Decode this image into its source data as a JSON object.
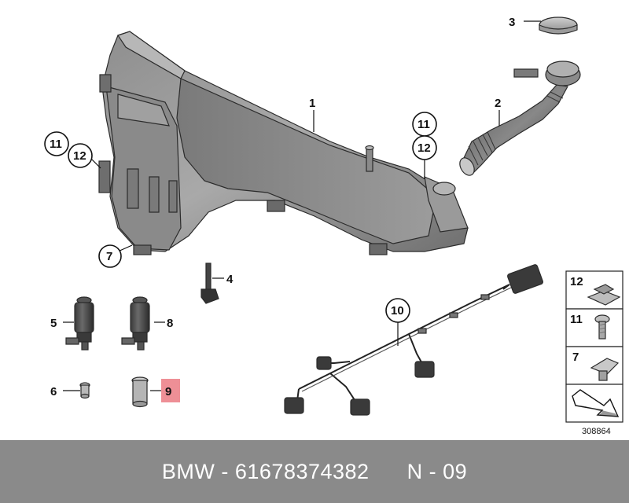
{
  "diagram": {
    "callouts": {
      "c1": "1",
      "c2": "2",
      "c3": "3",
      "c4": "4",
      "c5": "5",
      "c6": "6",
      "c7": "7",
      "c8": "8",
      "c9": "9",
      "c10": "10",
      "c11_left": "11",
      "c12_left": "12",
      "c11_right": "11",
      "c12_right": "12"
    },
    "highlight_color": "#ee8f96",
    "legend": {
      "item_12": "12",
      "item_11": "11",
      "item_7": "7"
    },
    "reference_number": "308864"
  },
  "footer": {
    "brand": "BMW",
    "sep1": " - ",
    "part_number": "61678374382",
    "gap": "      ",
    "code": "N - 09",
    "background": "#8a8a8a"
  }
}
